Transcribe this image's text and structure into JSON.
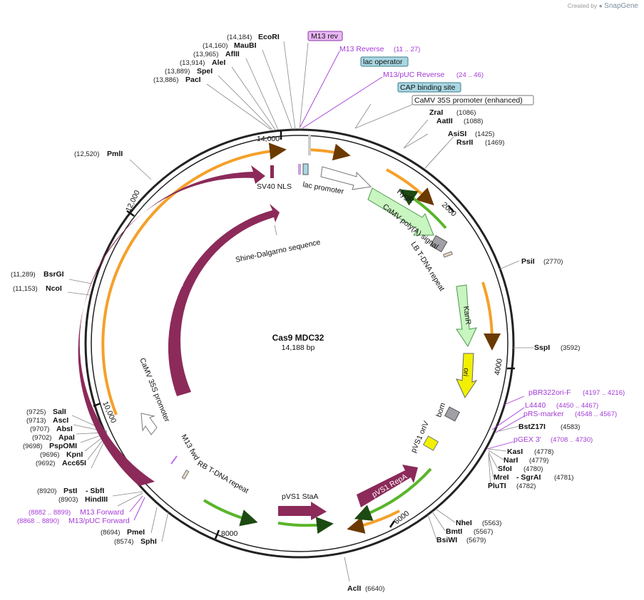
{
  "watermark": {
    "prefix": "Created by",
    "brand": "SnapGene"
  },
  "plasmid": {
    "name": "Cas9 MDC32",
    "length_label": "14,188 bp"
  },
  "ticks": [
    "2000",
    "4000",
    "6000",
    "8000",
    "10,000",
    "12,000",
    "14,000"
  ],
  "sites": [
    {
      "name": "EcoRI",
      "pos": "(14,184)"
    },
    {
      "name": "MauBI",
      "pos": "(14,160)"
    },
    {
      "name": "AflII",
      "pos": "(13,965)"
    },
    {
      "name": "AleI",
      "pos": "(13,914)"
    },
    {
      "name": "SpeI",
      "pos": "(13,889)"
    },
    {
      "name": "PacI",
      "pos": "(13,886)"
    },
    {
      "name": "PmlI",
      "pos": "(12,520)"
    },
    {
      "name": "BsrGI",
      "pos": "(11,289)"
    },
    {
      "name": "NcoI",
      "pos": "(11,153)"
    },
    {
      "name": "SalI",
      "pos": "(9725)"
    },
    {
      "name": "AscI",
      "pos": "(9713)"
    },
    {
      "name": "AbsI",
      "pos": "(9707)"
    },
    {
      "name": "ApaI",
      "pos": "(9702)"
    },
    {
      "name": "PspOMI",
      "pos": "(9698)"
    },
    {
      "name": "KpnI",
      "pos": "(9696)"
    },
    {
      "name": "Acc65I",
      "pos": "(9692)"
    },
    {
      "name": "PstI",
      "pos": "(8920)",
      "extra": "- SbfI"
    },
    {
      "name": "HindIII",
      "pos": "(8903)"
    },
    {
      "name": "PmeI",
      "pos": "(8694)"
    },
    {
      "name": "SphI",
      "pos": "(8574)"
    },
    {
      "name": "ZraI",
      "pos": "(1086)"
    },
    {
      "name": "AatII",
      "pos": "(1088)"
    },
    {
      "name": "AsiSI",
      "pos": "(1425)"
    },
    {
      "name": "RsrII",
      "pos": "(1469)"
    },
    {
      "name": "PsiI",
      "pos": "(2770)"
    },
    {
      "name": "SspI",
      "pos": "(3592)"
    },
    {
      "name": "BstZ17I",
      "pos": "(4583)"
    },
    {
      "name": "KasI",
      "pos": "(4778)"
    },
    {
      "name": "NarI",
      "pos": "(4779)"
    },
    {
      "name": "SfoI",
      "pos": "(4780)"
    },
    {
      "name": "MreI",
      "pos": "(4781)",
      "extra": "- SgrAI"
    },
    {
      "name": "PluTI",
      "pos": "(4782)"
    },
    {
      "name": "NheI",
      "pos": "(5563)"
    },
    {
      "name": "BmtI",
      "pos": "(5567)"
    },
    {
      "name": "BsiWI",
      "pos": "(5679)"
    },
    {
      "name": "AclI",
      "pos": "(6640)"
    }
  ],
  "primers": [
    {
      "name": "M13 Reverse",
      "range": "(11 .. 27)"
    },
    {
      "name": "M13/pUC Reverse",
      "range": "(24 .. 46)"
    },
    {
      "name": "pBR322ori-F",
      "range": "(4197 .. 4216)"
    },
    {
      "name": "L4440",
      "range": "(4450 .. 4467)"
    },
    {
      "name": "pRS-marker",
      "range": "(4548 .. 4567)"
    },
    {
      "name": "pGEX 3'",
      "range": "(4708 .. 4730)"
    },
    {
      "name": "M13 Forward",
      "range": "(8882 .. 8899)"
    },
    {
      "name": "M13/pUC Forward",
      "range": "(8868 .. 8890)"
    }
  ],
  "boxed_labels": [
    {
      "text": "M13 rev",
      "fill": "#e9b7f5",
      "stroke": "#8c3aa6"
    },
    {
      "text": "lac operator",
      "fill": "#a9d7e2",
      "stroke": "#3a7c8c"
    },
    {
      "text": "CAP binding site",
      "fill": "#a9d7e2",
      "stroke": "#3a7c8c"
    },
    {
      "text": "CaMV 35S promoter (enhanced)",
      "fill": "#ffffff",
      "stroke": "#777777"
    }
  ],
  "features": [
    {
      "text": "SV40 NLS"
    },
    {
      "text": "lac promoter"
    },
    {
      "text": "HygR"
    },
    {
      "text": "CaMV poly(A) signal"
    },
    {
      "text": "LB T-DNA repeat"
    },
    {
      "text": "KanR"
    },
    {
      "text": "ori"
    },
    {
      "text": "bom"
    },
    {
      "text": "pVS1 oriV"
    },
    {
      "text": "pVS1 RepA"
    },
    {
      "text": "pVS1 StaA"
    },
    {
      "text": "RB T-DNA repeat"
    },
    {
      "text": "M13 fwd"
    },
    {
      "text": "CaMV 35S promoter"
    },
    {
      "text": "Cas9"
    },
    {
      "text": "Cas9"
    },
    {
      "text": "Shine-Dalgarno sequence"
    }
  ],
  "colors": {
    "backbone": "#222222",
    "cas9": "#8c2a5a",
    "marker": "#c8f5c0",
    "marker_stroke": "#4a9a4a",
    "ori": "#f2f000",
    "orf_orange": "#f5a02a",
    "orf_green": "#5ab52a",
    "primer": "#a43ad6"
  }
}
